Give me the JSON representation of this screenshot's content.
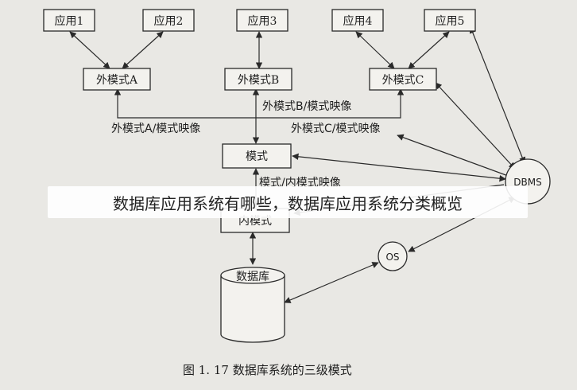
{
  "nodes": {
    "app1": "应用1",
    "app2": "应用2",
    "app3": "应用3",
    "app4": "应用4",
    "app5": "应用5",
    "extA": "外模式A",
    "extB": "外模式B",
    "extC": "外模式C",
    "schema": "模式",
    "internal": "内模式",
    "dbms": "DBMS",
    "os": "OS",
    "database": "数据库"
  },
  "mappings": {
    "a": "外模式A/模式映像",
    "b": "外模式B/模式映像",
    "c": "外模式C/模式映像",
    "internal": "模式/内模式映像"
  },
  "caption": "图 1. 17   数据库系统的三级模式",
  "overlay": "数据库应用系统有哪些，数据库应用系统分类概览"
}
